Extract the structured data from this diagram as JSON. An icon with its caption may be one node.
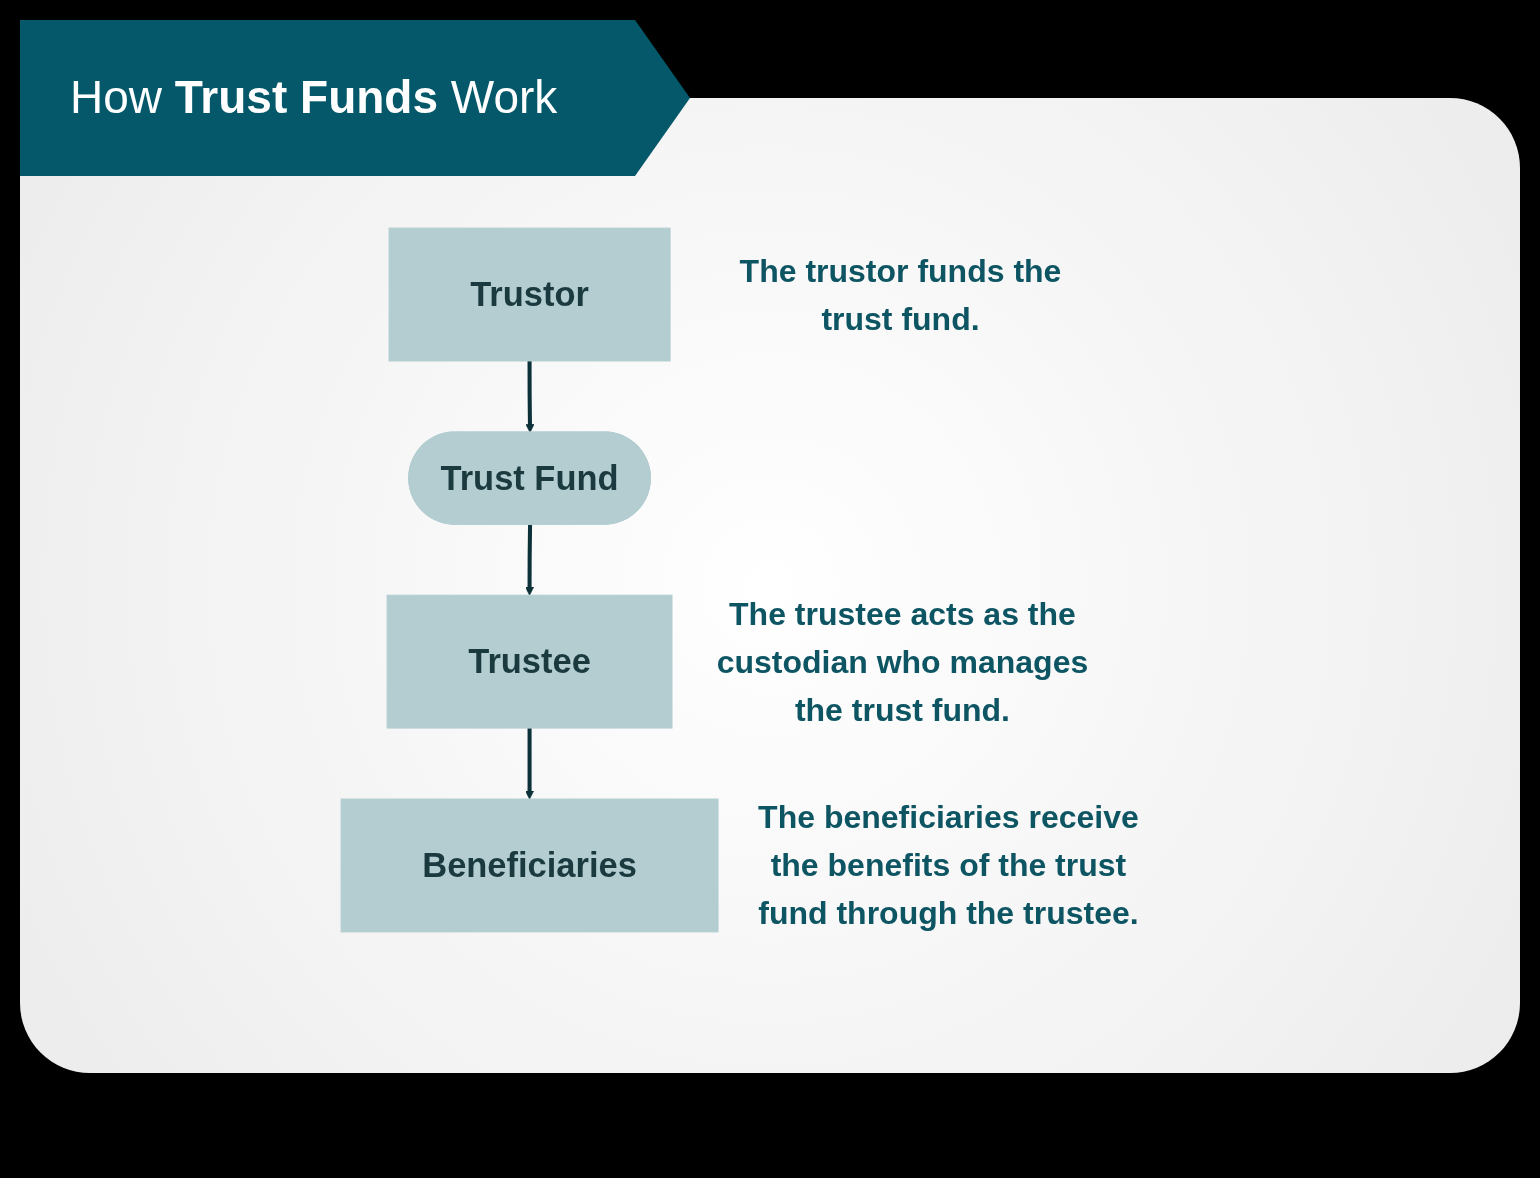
{
  "diagram": {
    "title": "How **Trust Funds** Work",
    "nodes": [
      {
        "text": [
          "Trustor"
        ],
        "beside": [
          "The trustor funds the trust fund."
        ]
      },
      {
        "text": [
          "Trust Fund"
        ]
      },
      {
        "text": [
          "Trustee"
        ],
        "beside": [
          "The trustee acts as the custodian who manages the trust fund."
        ]
      },
      {
        "text": [
          "Beneficiaries"
        ],
        "beside": [
          "The beneficiaries receive the benefits of the trust fund through the trustee."
        ]
      }
    ],
    "edges": [
      {
        "from": 0,
        "to": 1,
        "arrow": "to"
      },
      {
        "from": 1,
        "to": 2,
        "arrow": "to"
      },
      {
        "from": 2,
        "to": 3,
        "arrow": "to"
      }
    ]
  }
}
